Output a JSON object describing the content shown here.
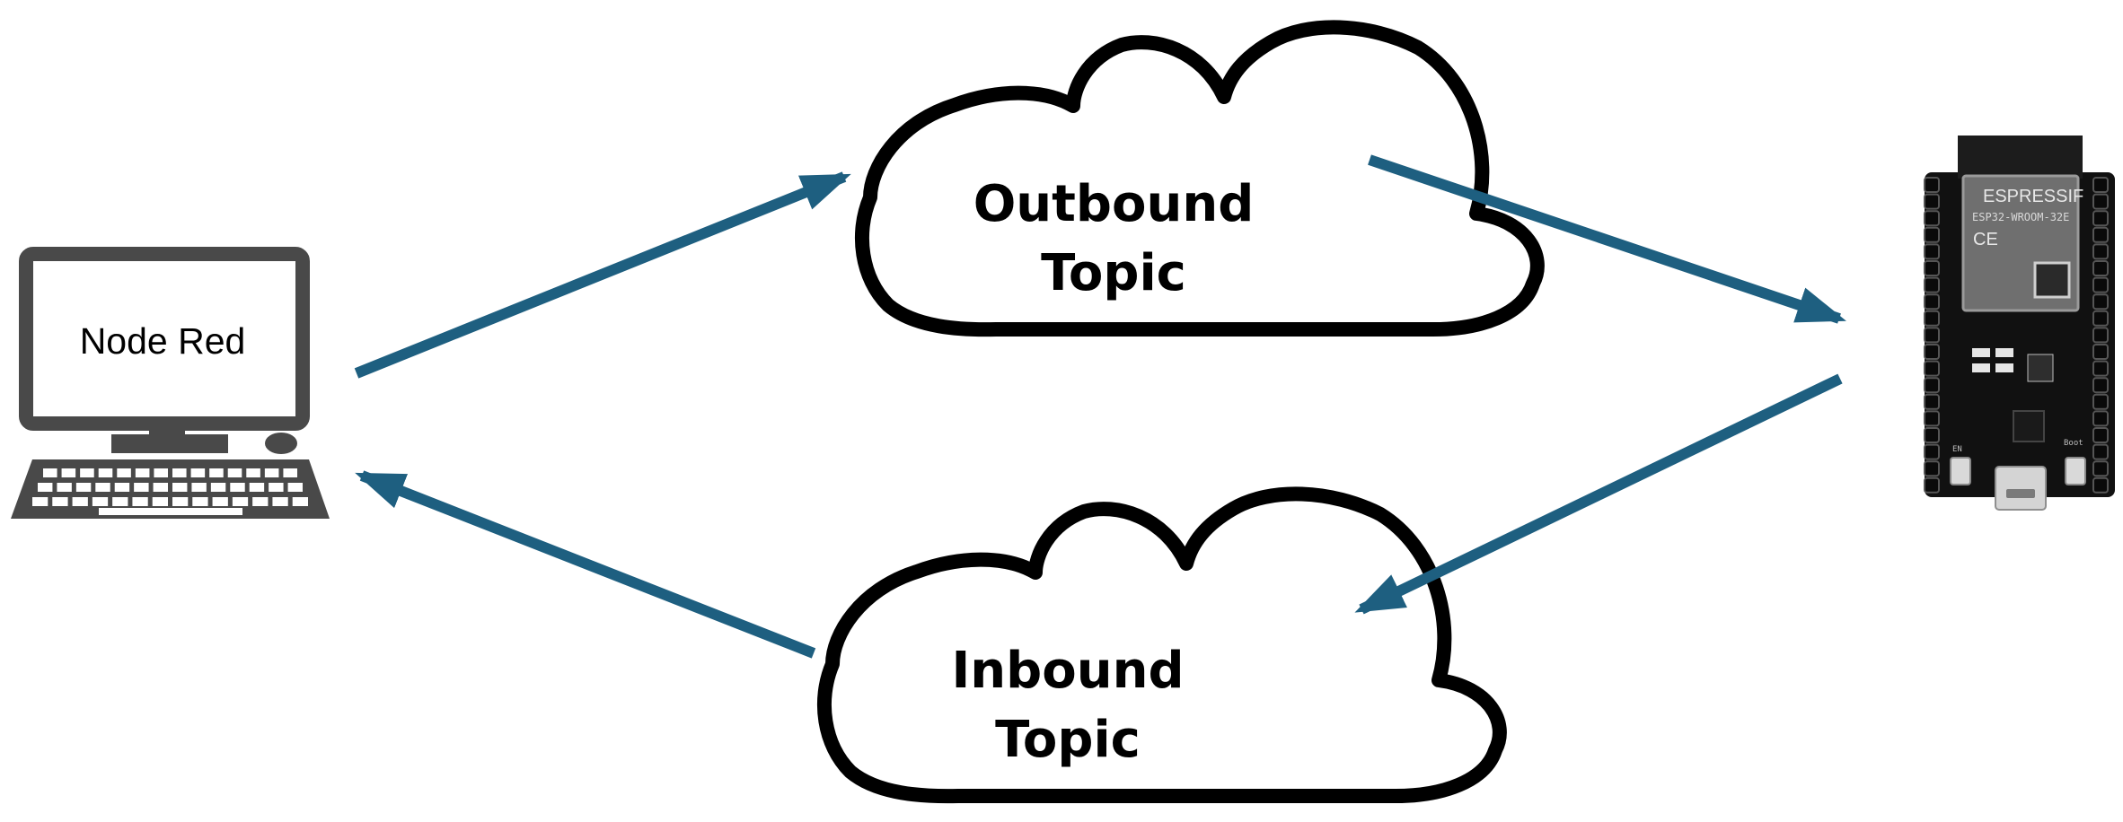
{
  "computer": {
    "label": "Node Red",
    "icon": "desktop-computer-icon"
  },
  "outbound_topic": {
    "line1": "Outbound",
    "line2": "Topic",
    "icon": "cloud-icon"
  },
  "inbound_topic": {
    "line1": "Inbound",
    "line2": "Topic",
    "icon": "cloud-icon"
  },
  "device": {
    "icon": "esp32-devkit-board",
    "brand": "ESPRESSIF",
    "module_label": "ESP32-WROOM-32E",
    "ce_mark": "CE",
    "button_left": "EN",
    "button_right": "Boot"
  },
  "colors": {
    "arrow": "#1e5f80",
    "outline": "#000000",
    "board": "#111111"
  }
}
